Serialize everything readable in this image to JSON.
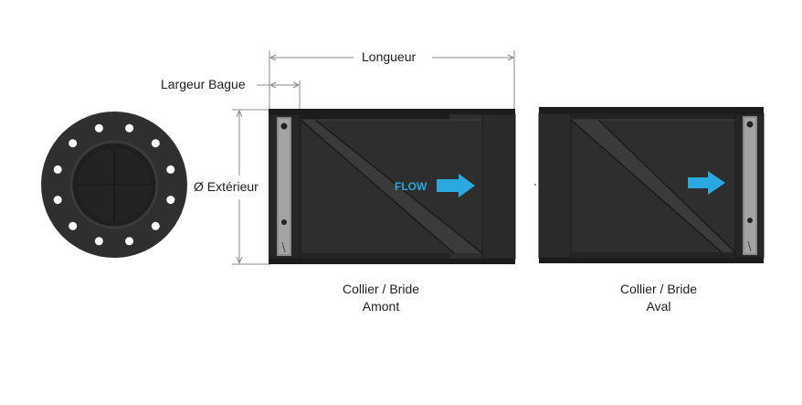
{
  "dimensions": {
    "length_label": "Longueur",
    "ring_width_label": "Largeur Bague",
    "outer_diameter_label": "Ø Extérieur"
  },
  "flow_label": "FLOW",
  "captions": {
    "upstream_line1": "Collier / Bride",
    "upstream_line2": "Amont",
    "downstream_line1": "Collier / Bride",
    "downstream_line2": "Aval"
  },
  "colors": {
    "body": "#2e2e2e",
    "body_dark": "#1c1c1c",
    "flow_arrow": "#29a9e0",
    "dimension_line": "#888888",
    "bolt": "#ffffff"
  },
  "icons": {
    "flow_arrow": "right-arrow-icon",
    "bolt": "bolt-hole-icon"
  }
}
